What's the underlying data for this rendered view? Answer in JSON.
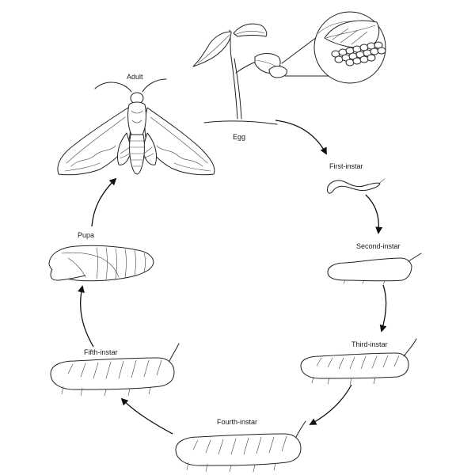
{
  "diagram": {
    "stages": [
      {
        "id": "egg",
        "label": "Egg"
      },
      {
        "id": "first",
        "label": "First-instar"
      },
      {
        "id": "second",
        "label": "Second-instar"
      },
      {
        "id": "third",
        "label": "Third-instar"
      },
      {
        "id": "fourth",
        "label": "Fourth-instar"
      },
      {
        "id": "fifth",
        "label": "Fifth-instar"
      },
      {
        "id": "pupa",
        "label": "Pupa"
      },
      {
        "id": "adult",
        "label": "Adult"
      }
    ],
    "colors": {
      "ink": "#222222",
      "background": "#ffffff"
    }
  }
}
